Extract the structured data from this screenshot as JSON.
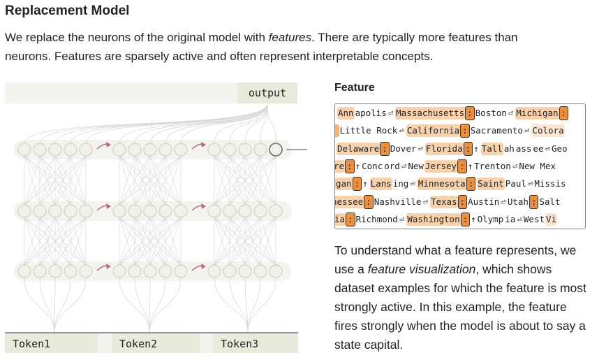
{
  "section": {
    "title": "Replacement Model",
    "intro_part1": "We replace the neurons of the original model with ",
    "intro_em": "features",
    "intro_part2": ". There are typically more features than neurons. Features are sparsely active and often represent interpretable concepts."
  },
  "diagram": {
    "output_label": "output",
    "tokens": [
      "Token1",
      "Token2",
      "Token3"
    ],
    "layers": 3,
    "groups_per_layer": 3,
    "nodes_per_group": 5,
    "colors": {
      "node_fill": "#f1f1ea",
      "node_stroke": "#cfcfc4",
      "band": "#f4f4ee",
      "arrow": "#b56a86",
      "token_bg": "#e9e9dc",
      "highlight_node": "#6b6b6b"
    }
  },
  "feature": {
    "heading": "Feature",
    "rows": [
      [
        [
          "Ann",
          "h2"
        ],
        [
          "apolis",
          "plain"
        ],
        [
          "⏎",
          "plain"
        ],
        [
          " ",
          "plain"
        ],
        [
          "Massachusetts",
          "h2"
        ],
        [
          ":",
          "h4"
        ],
        [
          " Boston",
          "plain"
        ],
        [
          "⏎",
          "plain"
        ],
        [
          " ",
          "plain"
        ],
        [
          "Michigan",
          "h2"
        ],
        [
          ":",
          "h4"
        ]
      ],
      [
        [
          "",
          "h3"
        ],
        [
          " Little Rock",
          "plain"
        ],
        [
          "⏎",
          "plain"
        ],
        [
          " ",
          "plain"
        ],
        [
          "California",
          "h2"
        ],
        [
          ":",
          "h4"
        ],
        [
          " Sacramento",
          "plain"
        ],
        [
          "⏎",
          "plain"
        ],
        [
          " ",
          "plain"
        ],
        [
          "Colora",
          "h1"
        ]
      ],
      [
        [
          "Delaware",
          "h2"
        ],
        [
          ":",
          "h4"
        ],
        [
          " Dover",
          "plain"
        ],
        [
          "⏎",
          "plain"
        ],
        [
          " ",
          "plain"
        ],
        [
          "Florida",
          "h2"
        ],
        [
          ":",
          "h4"
        ],
        [
          "↑",
          "plain"
        ],
        [
          " ",
          "plain"
        ],
        [
          "Tall",
          "h2"
        ],
        [
          "ah",
          "plain"
        ],
        [
          "ass",
          "plain"
        ],
        [
          "ee",
          "plain"
        ],
        [
          "⏎",
          "plain"
        ],
        [
          " Geo",
          "plain"
        ]
      ],
      [
        [
          "re",
          "h2"
        ],
        [
          ":",
          "h4"
        ],
        [
          "↑",
          "plain"
        ],
        [
          " Conc",
          "plain"
        ],
        [
          "ord",
          "plain"
        ],
        [
          "⏎",
          "plain"
        ],
        [
          " New ",
          "plain"
        ],
        [
          "Jersey",
          "h2"
        ],
        [
          ":",
          "h4"
        ],
        [
          "↑",
          "plain"
        ],
        [
          " Trenton",
          "plain"
        ],
        [
          "⏎",
          "plain"
        ],
        [
          " New Mex",
          "plain"
        ]
      ],
      [
        [
          "gan",
          "h2"
        ],
        [
          ":",
          "h4"
        ],
        [
          "↑",
          "plain"
        ],
        [
          " ",
          "plain"
        ],
        [
          "Lans",
          "h2"
        ],
        [
          "ing",
          "plain"
        ],
        [
          "⏎",
          "plain"
        ],
        [
          " ",
          "plain"
        ],
        [
          "Minnesota",
          "h2"
        ],
        [
          ":",
          "h4"
        ],
        [
          " ",
          "plain"
        ],
        [
          "Saint",
          "h2"
        ],
        [
          " Paul",
          "plain"
        ],
        [
          "⏎",
          "plain"
        ],
        [
          " Missis",
          "plain"
        ]
      ],
      [
        [
          "nessee",
          "h2"
        ],
        [
          ":",
          "h4"
        ],
        [
          " Nashville",
          "plain"
        ],
        [
          "⏎",
          "plain"
        ],
        [
          " ",
          "plain"
        ],
        [
          "Texas",
          "h2"
        ],
        [
          ":",
          "h4"
        ],
        [
          " Austin",
          "plain"
        ],
        [
          "⏎",
          "plain"
        ],
        [
          " Utah",
          "plain"
        ],
        [
          ":",
          "h4"
        ],
        [
          " Salt",
          "plain"
        ]
      ],
      [
        [
          "ia",
          "h2"
        ],
        [
          ":",
          "h4"
        ],
        [
          " Richmond",
          "plain"
        ],
        [
          "⏎",
          "plain"
        ],
        [
          " ",
          "plain"
        ],
        [
          "Washington",
          "h2"
        ],
        [
          ":",
          "h4"
        ],
        [
          "↑",
          "plain"
        ],
        [
          " Olymp",
          "plain"
        ],
        [
          "ia",
          "plain"
        ],
        [
          "⏎",
          "plain"
        ],
        [
          " West ",
          "plain"
        ],
        [
          "Vi",
          "h1"
        ]
      ]
    ]
  },
  "explanation": {
    "part1": "To understand what a feature represents, we use a ",
    "em": "feature visualization",
    "part2": ", which shows dataset examples for which the feature is most strongly active. In this example, the feature fires strongly when the model is about to say a state capital."
  }
}
